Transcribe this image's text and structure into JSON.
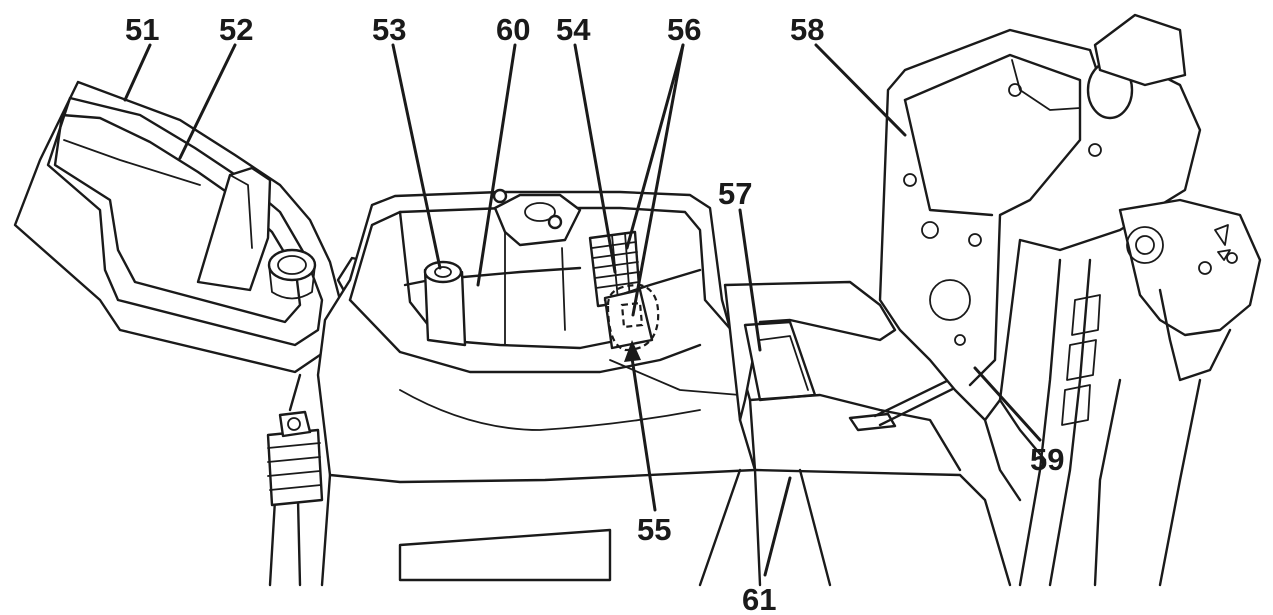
{
  "diagram": {
    "callouts": [
      {
        "id": "c51",
        "text": "51"
      },
      {
        "id": "c52",
        "text": "52"
      },
      {
        "id": "c53",
        "text": "53"
      },
      {
        "id": "c60",
        "text": "60"
      },
      {
        "id": "c54",
        "text": "54"
      },
      {
        "id": "c56",
        "text": "56"
      },
      {
        "id": "c58",
        "text": "58"
      },
      {
        "id": "c57",
        "text": "57"
      },
      {
        "id": "c59",
        "text": "59"
      },
      {
        "id": "c55",
        "text": "55"
      },
      {
        "id": "c61",
        "text": "61"
      }
    ]
  },
  "colors": {
    "line": "#1a1a1a",
    "background": "#ffffff"
  }
}
